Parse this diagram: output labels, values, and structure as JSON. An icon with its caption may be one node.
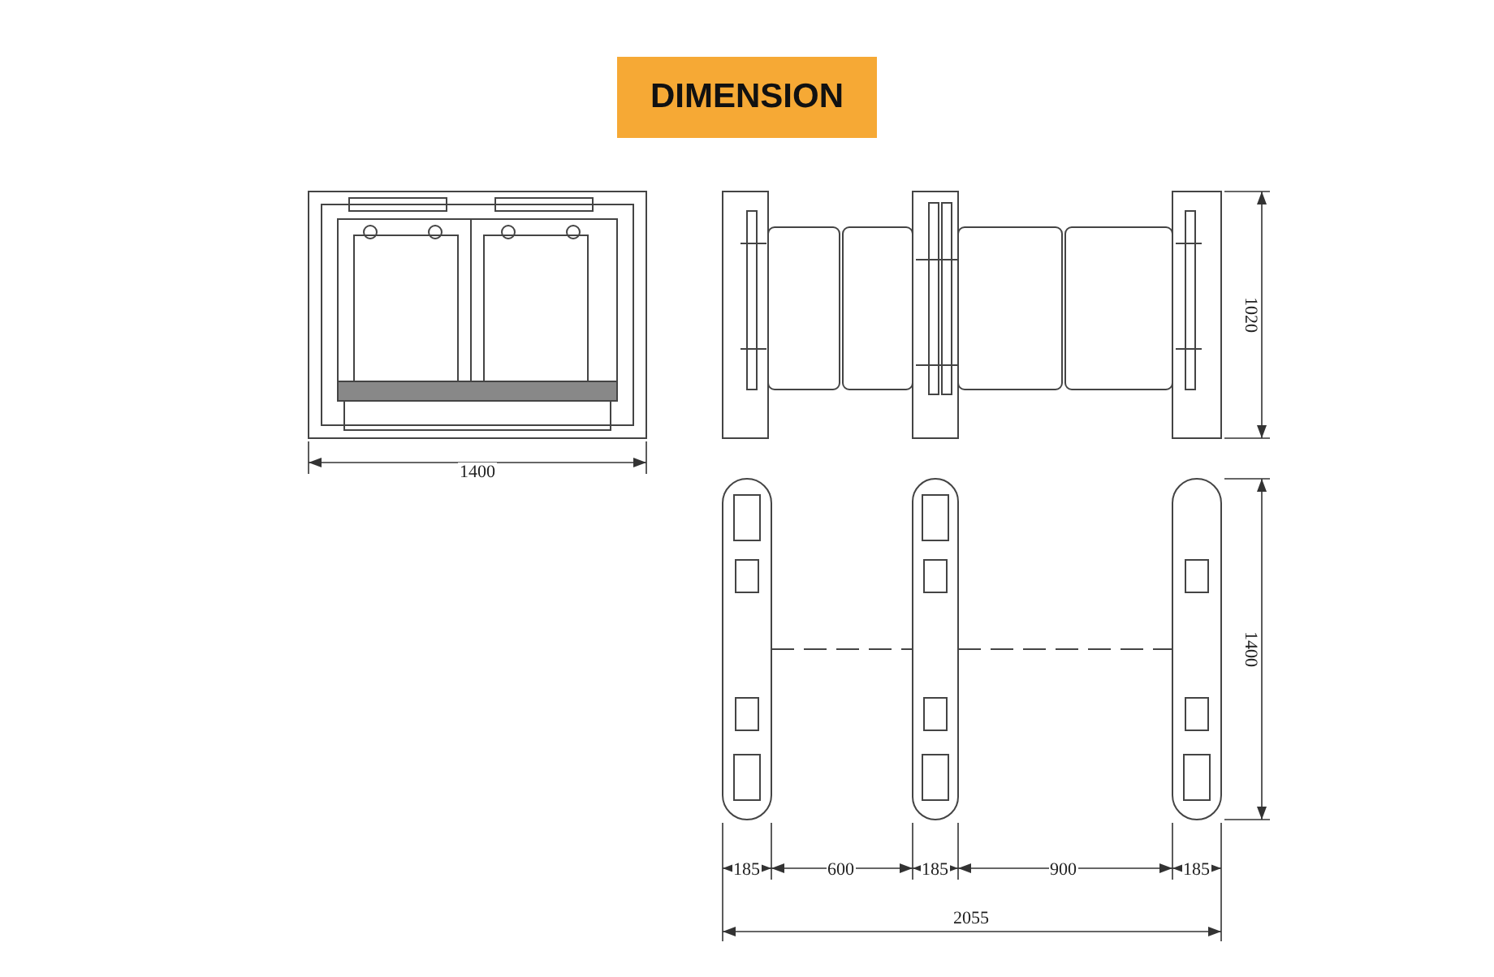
{
  "diagram": {
    "title": "DIMENSION",
    "labels": [
      "1400",
      "1020",
      "1400",
      "185",
      "600",
      "185",
      "900",
      "185",
      "2055"
    ]
  }
}
